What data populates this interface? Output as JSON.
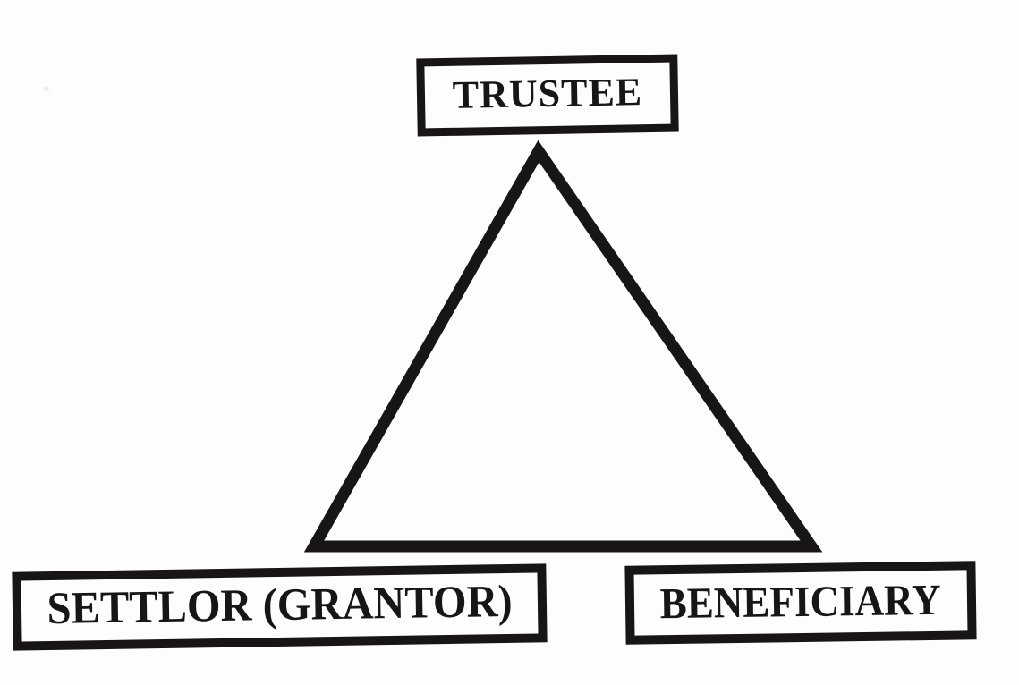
{
  "diagram": {
    "type": "triangle-relationship",
    "nodes": [
      {
        "id": "trustee",
        "label": "TRUSTEE",
        "position": "top"
      },
      {
        "id": "settlor",
        "label": "SETTLOR (GRANTOR)",
        "position": "bottom-left"
      },
      {
        "id": "beneficiary",
        "label": "BENEFICIARY",
        "position": "bottom-right"
      }
    ],
    "edges": [
      {
        "from": "trustee",
        "to": "settlor"
      },
      {
        "from": "trustee",
        "to": "beneficiary"
      },
      {
        "from": "settlor",
        "to": "beneficiary"
      }
    ],
    "colors": {
      "ink": "#171615",
      "paper": "#fdfdfc"
    }
  }
}
